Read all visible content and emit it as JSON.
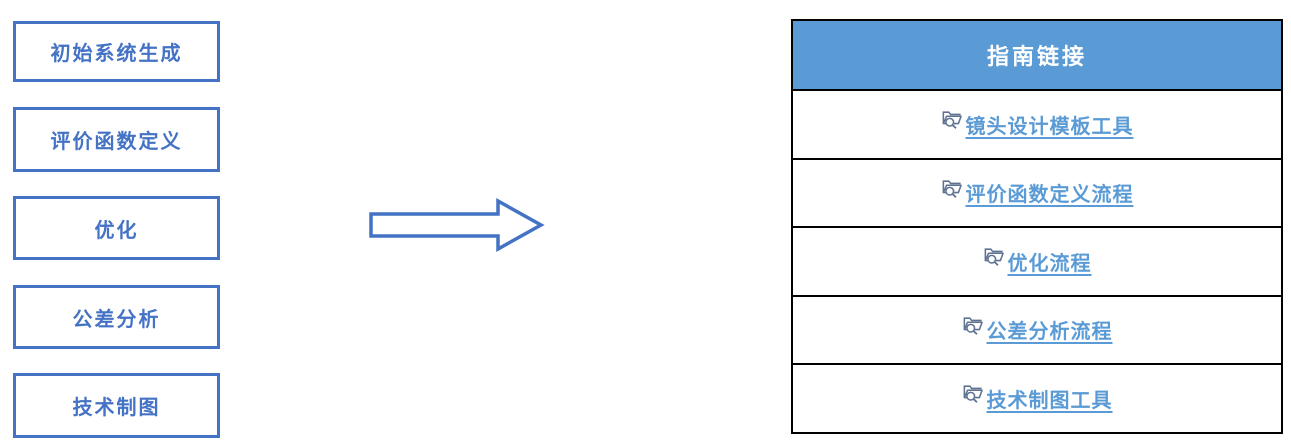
{
  "flow_steps": [
    {
      "label": "初始系统生成"
    },
    {
      "label": "评价函数定义"
    },
    {
      "label": "优化"
    },
    {
      "label": "公差分析"
    },
    {
      "label": "技术制图"
    }
  ],
  "arrow": {
    "direction": "right"
  },
  "guide_table": {
    "header": "指南链接",
    "links": [
      {
        "label": "镜头设计模板工具",
        "icon": "folder-search-icon"
      },
      {
        "label": "评价函数定义流程",
        "icon": "folder-search-icon"
      },
      {
        "label": "优化流程",
        "icon": "folder-search-icon"
      },
      {
        "label": "公差分析流程",
        "icon": "folder-search-icon"
      },
      {
        "label": "技术制图工具",
        "icon": "folder-search-icon"
      }
    ]
  },
  "colors": {
    "box_border": "#4472C4",
    "box_text": "#4472C4",
    "arrow_outline": "#4472C4",
    "table_header_bg": "#5B9BD5",
    "table_header_text": "#FFFFFF",
    "link_text": "#5B9BD5",
    "table_border": "#000000",
    "link_icon": "#5f7391"
  }
}
